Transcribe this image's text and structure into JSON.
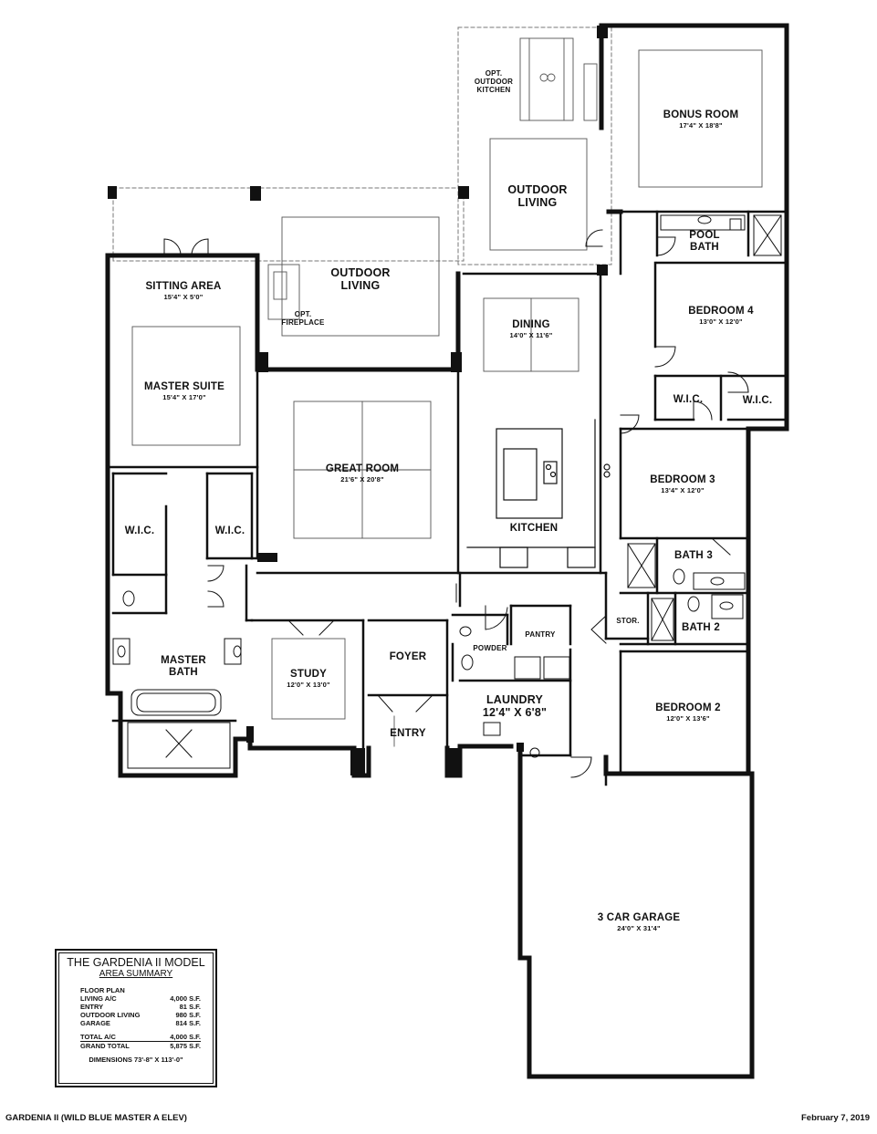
{
  "rooms": {
    "opt_outdoor_kitchen": {
      "line1": "OPT.",
      "line2": "OUTDOOR",
      "line3": "KITCHEN"
    },
    "bonus_room": {
      "name": "BONUS ROOM",
      "dims": "17'4\" X 18'8\""
    },
    "outdoor_living_upper": {
      "line1": "OUTDOOR",
      "line2": "LIVING"
    },
    "pool_bath": {
      "line1": "POOL",
      "line2": "BATH"
    },
    "sitting_area": {
      "name": "SITTING AREA",
      "dims": "15'4\" X 5'0\""
    },
    "outdoor_living_main": {
      "line1": "OUTDOOR",
      "line2": "LIVING"
    },
    "opt_fireplace": {
      "line1": "OPT.",
      "line2": "FIREPLACE"
    },
    "bedroom_4": {
      "name": "BEDROOM 4",
      "dims": "13'0\" X 12'0\""
    },
    "dining": {
      "name": "DINING",
      "dims": "14'0\" X 11'6\""
    },
    "master_suite": {
      "name": "MASTER SUITE",
      "dims": "15'4\" X 17'0\""
    },
    "wic_bed4_left": "W.I.C.",
    "wic_bed4_right": "W.I.C.",
    "great_room": {
      "name": "GREAT ROOM",
      "dims": "21'6\" X 20'8\""
    },
    "bedroom_3": {
      "name": "BEDROOM 3",
      "dims": "13'4\" X 12'0\""
    },
    "wic_master_left": "W.I.C.",
    "wic_master_right": "W.I.C.",
    "kitchen": "KITCHEN",
    "bath_3": "BATH 3",
    "stor": "STOR.",
    "bath_2": "BATH 2",
    "pantry": "PANTRY",
    "foyer": "FOYER",
    "powder": "POWDER",
    "master_bath": {
      "line1": "MASTER",
      "line2": "BATH"
    },
    "study": {
      "name": "STUDY",
      "dims": "12'0\" X 13'0\""
    },
    "laundry": {
      "name": "LAUNDRY",
      "dims": "12'4\" X 6'8\""
    },
    "bedroom_2": {
      "name": "BEDROOM 2",
      "dims": "12'0\" X 13'6\""
    },
    "entry": "ENTRY",
    "garage": {
      "name": "3 CAR GARAGE",
      "dims": "24'0\" X 31'4\""
    }
  },
  "summary": {
    "title": "THE GARDENIA II MODEL",
    "subtitle": "AREA SUMMARY",
    "section": "FLOOR PLAN",
    "rows": [
      {
        "label": "LIVING A/C",
        "value": "4,000 S.F."
      },
      {
        "label": "ENTRY",
        "value": "81 S.F."
      },
      {
        "label": "OUTDOOR LIVING",
        "value": "980 S.F."
      },
      {
        "label": "GARAGE",
        "value": "814 S.F."
      }
    ],
    "totals": [
      {
        "label": "TOTAL A/C",
        "value": "4,000 S.F."
      },
      {
        "label": "GRAND TOTAL",
        "value": "5,875 S.F."
      }
    ],
    "dimensions": "DIMENSIONS 73'-8\" X 113'-0\""
  },
  "footer": {
    "left": "GARDENIA II (WILD BLUE MASTER A ELEV)",
    "right": "February 7, 2019"
  }
}
